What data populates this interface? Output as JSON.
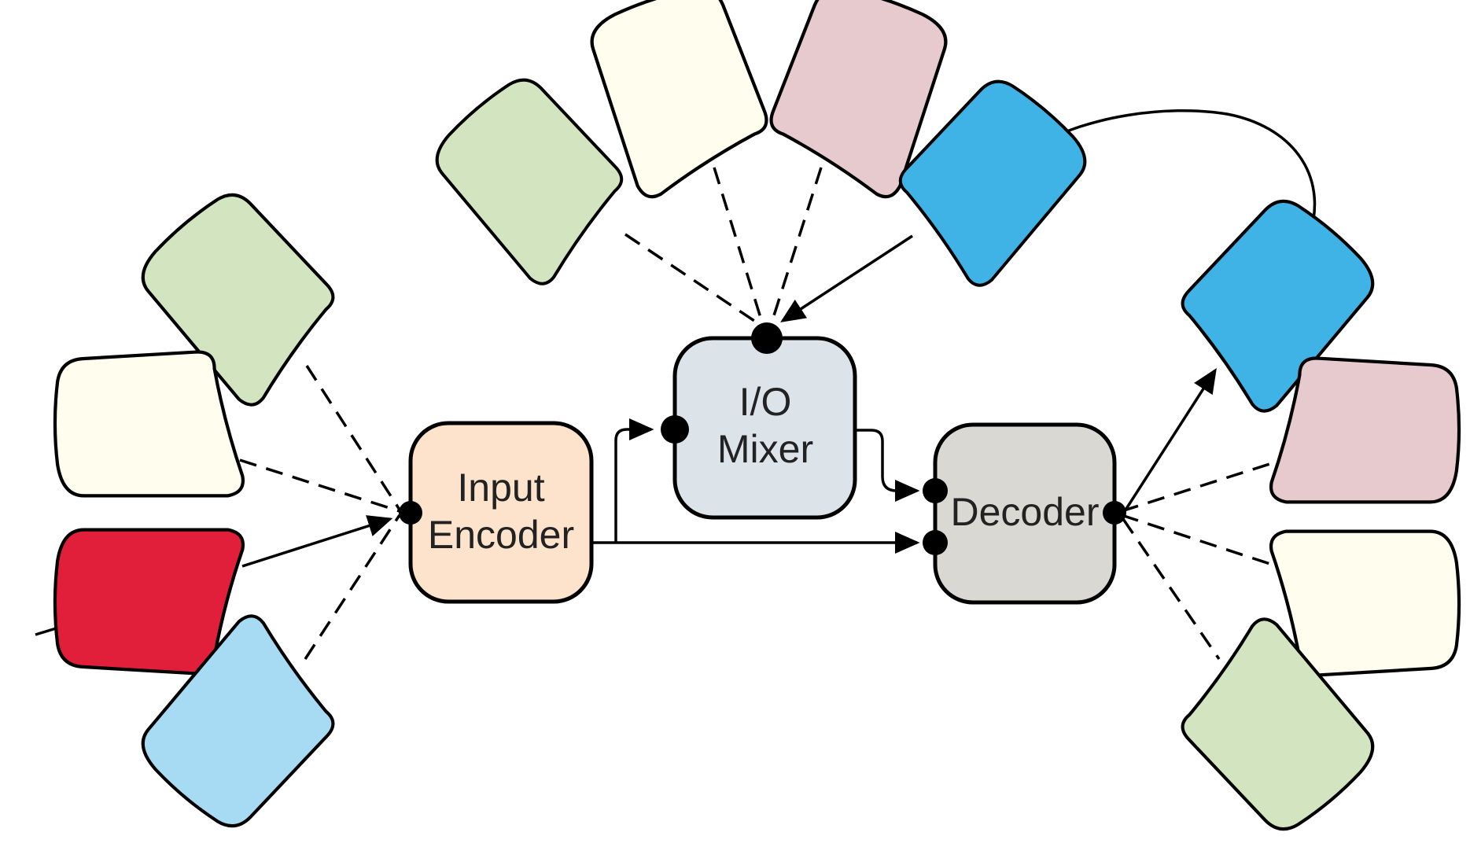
{
  "boxes": {
    "input_encoder": {
      "line1": "Input",
      "line2": "Encoder",
      "fill": "#FDE3CC"
    },
    "io_mixer": {
      "line1": "I/O",
      "line2": "Mixer",
      "fill": "#DCE3E9"
    },
    "decoder": {
      "label": "Decoder",
      "fill": "#D9D8D3"
    }
  },
  "petal_colors": {
    "green": "#D3E5C0",
    "cream": "#FFFEEE",
    "pink": "#E6CACD",
    "blue": "#3FB2E6",
    "light_blue": "#A7DBF3",
    "red": "#E21F3B"
  },
  "stroke_color": "#000000"
}
